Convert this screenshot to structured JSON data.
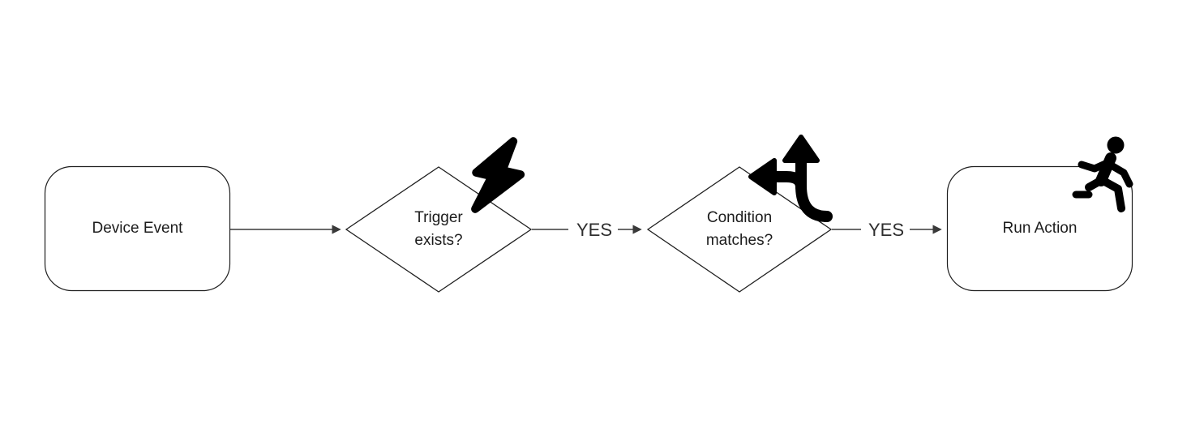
{
  "diagram": {
    "type": "flowchart",
    "direction": "left-to-right",
    "nodes": {
      "device_event": {
        "label": "Device Event",
        "shape": "rounded-rectangle"
      },
      "trigger_exists": {
        "label": "Trigger exists?",
        "shape": "decision-diamond",
        "icon": "lightning-bolt-icon"
      },
      "condition_matches": {
        "label": "Condition matches?",
        "shape": "decision-diamond",
        "icon": "split-arrows-icon"
      },
      "run_action": {
        "label": "Run Action",
        "shape": "rounded-rectangle",
        "icon": "running-person-icon"
      }
    },
    "edges": {
      "event_to_trigger": {
        "label": ""
      },
      "trigger_to_condition": {
        "label": "YES"
      },
      "condition_to_action": {
        "label": "YES"
      }
    },
    "colors": {
      "background": "#ffffff",
      "shape_stroke": "#1f1f1f",
      "edge_stroke": "#3a3a3a",
      "icon_fill": "#000000",
      "text": "#1c1c1c"
    }
  }
}
